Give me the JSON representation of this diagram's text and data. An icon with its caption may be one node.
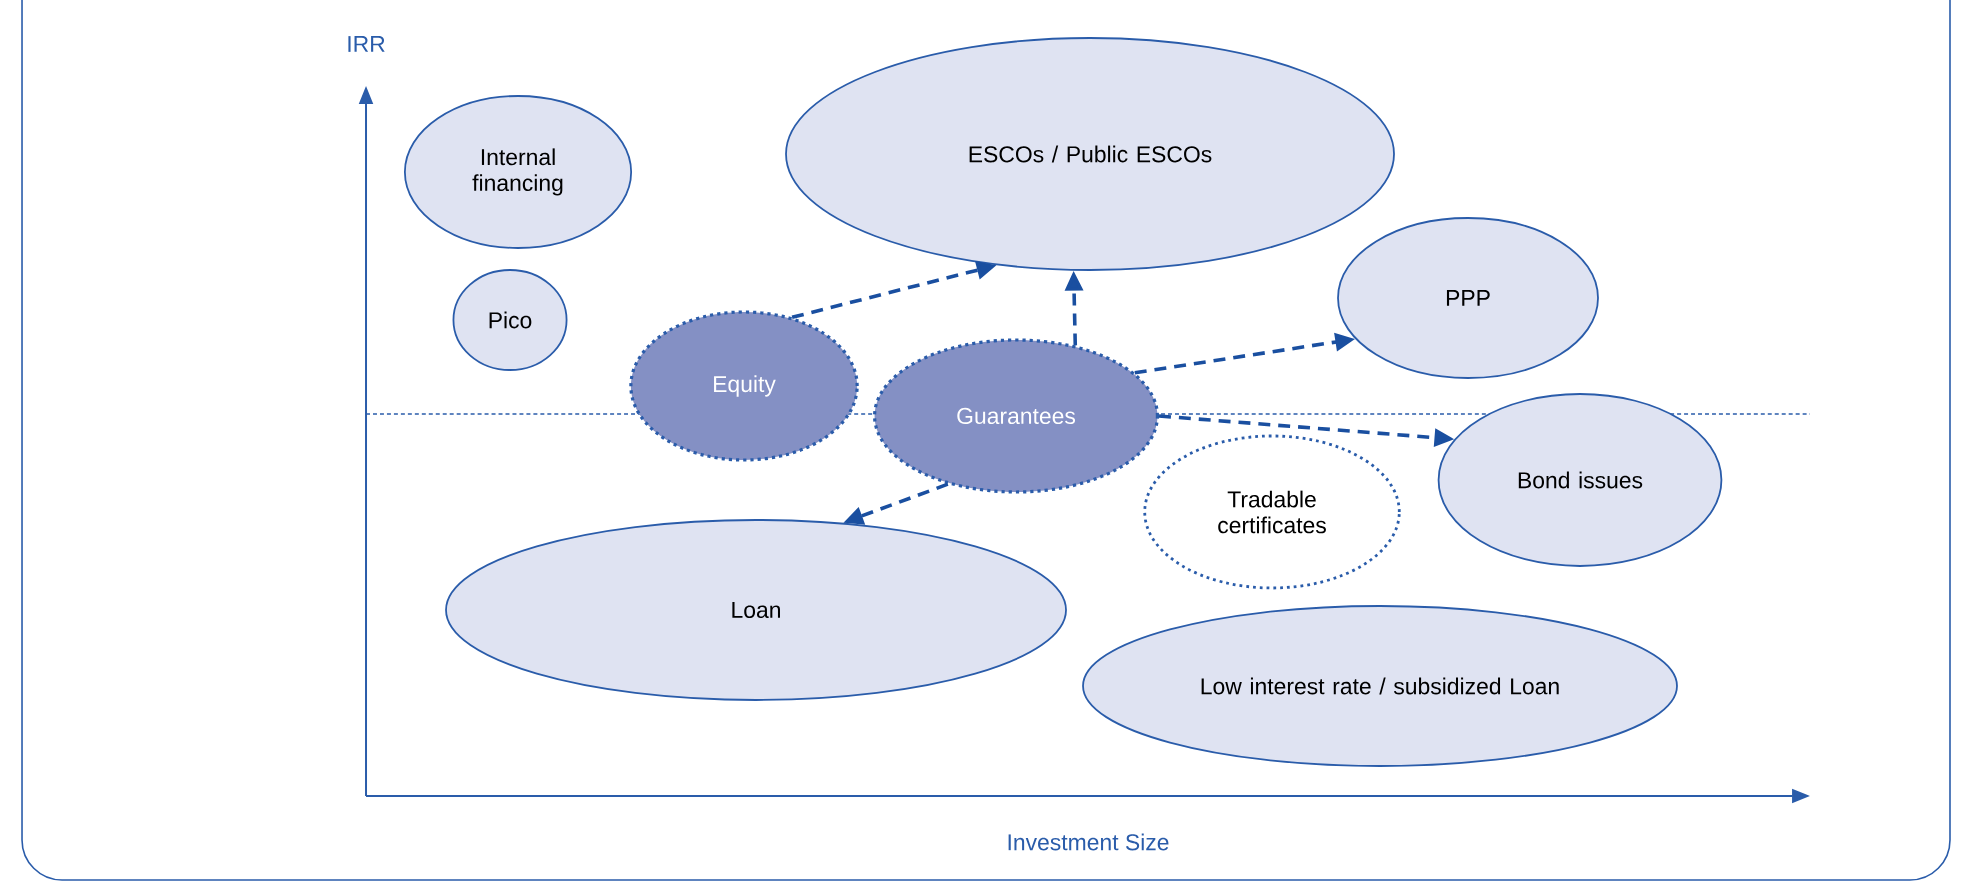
{
  "diagram": {
    "nodes": [
      {
        "text": [
          "Internal financing"
        ]
      },
      {
        "text": [
          "ESCOs / Public ESCOs"
        ]
      },
      {
        "text": [
          "Pico"
        ]
      },
      {
        "text": [
          "PPP"
        ]
      },
      {
        "text": [
          "Equity"
        ]
      },
      {
        "text": [
          "Guarantees"
        ]
      },
      {
        "text": [
          "Tradable certificates"
        ]
      },
      {
        "text": [
          "Bond issues"
        ]
      },
      {
        "text": [
          "Loan"
        ]
      },
      {
        "text": [
          "Low interest rate / subsidized Loan"
        ]
      }
    ],
    "edges": [
      {
        "from": 4,
        "to": 1,
        "arrow": "to",
        "style": "dashed"
      },
      {
        "from": 5,
        "to": 1,
        "arrow": "to",
        "style": "dashed"
      },
      {
        "from": 5,
        "to": 3,
        "arrow": "to",
        "style": "dashed"
      },
      {
        "from": 5,
        "to": 7,
        "arrow": "to",
        "style": "dashed"
      },
      {
        "from": 5,
        "to": 8,
        "arrow": "to",
        "style": "dashed"
      }
    ],
    "labels": [
      "IRR",
      "Investment Size"
    ]
  }
}
